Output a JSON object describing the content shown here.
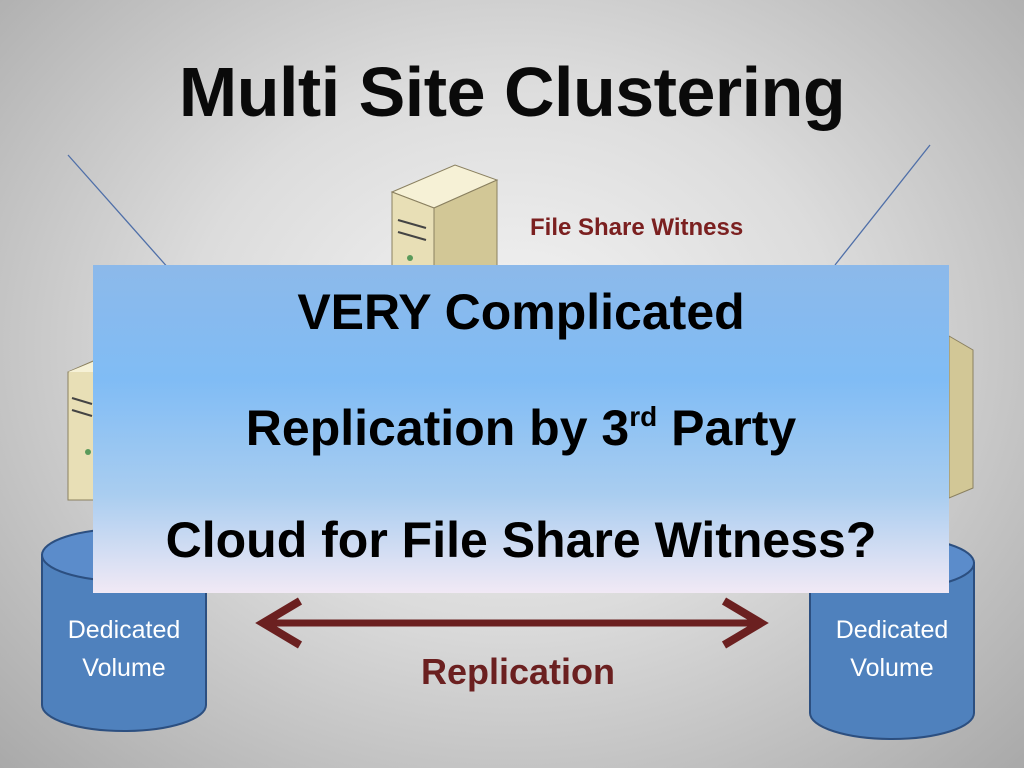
{
  "slide": {
    "title": "Multi Site Clustering"
  },
  "diagram": {
    "file_share_witness_label": "File Share Witness",
    "left_volume": {
      "line1": "Dedicated",
      "line2": "Volume"
    },
    "right_volume": {
      "line1": "Dedicated",
      "line2": "Volume"
    },
    "replication_label": "Replication",
    "colors": {
      "volume_fill": "#4f81bd",
      "replication_arrow": "#6b2020",
      "witness_label": "#7b2020"
    }
  },
  "overlay": {
    "line1": "VERY Complicated",
    "line2_pre": "Replication by 3",
    "line2_sup": "rd",
    "line2_post": " Party",
    "line3": "Cloud for File Share Witness?"
  }
}
